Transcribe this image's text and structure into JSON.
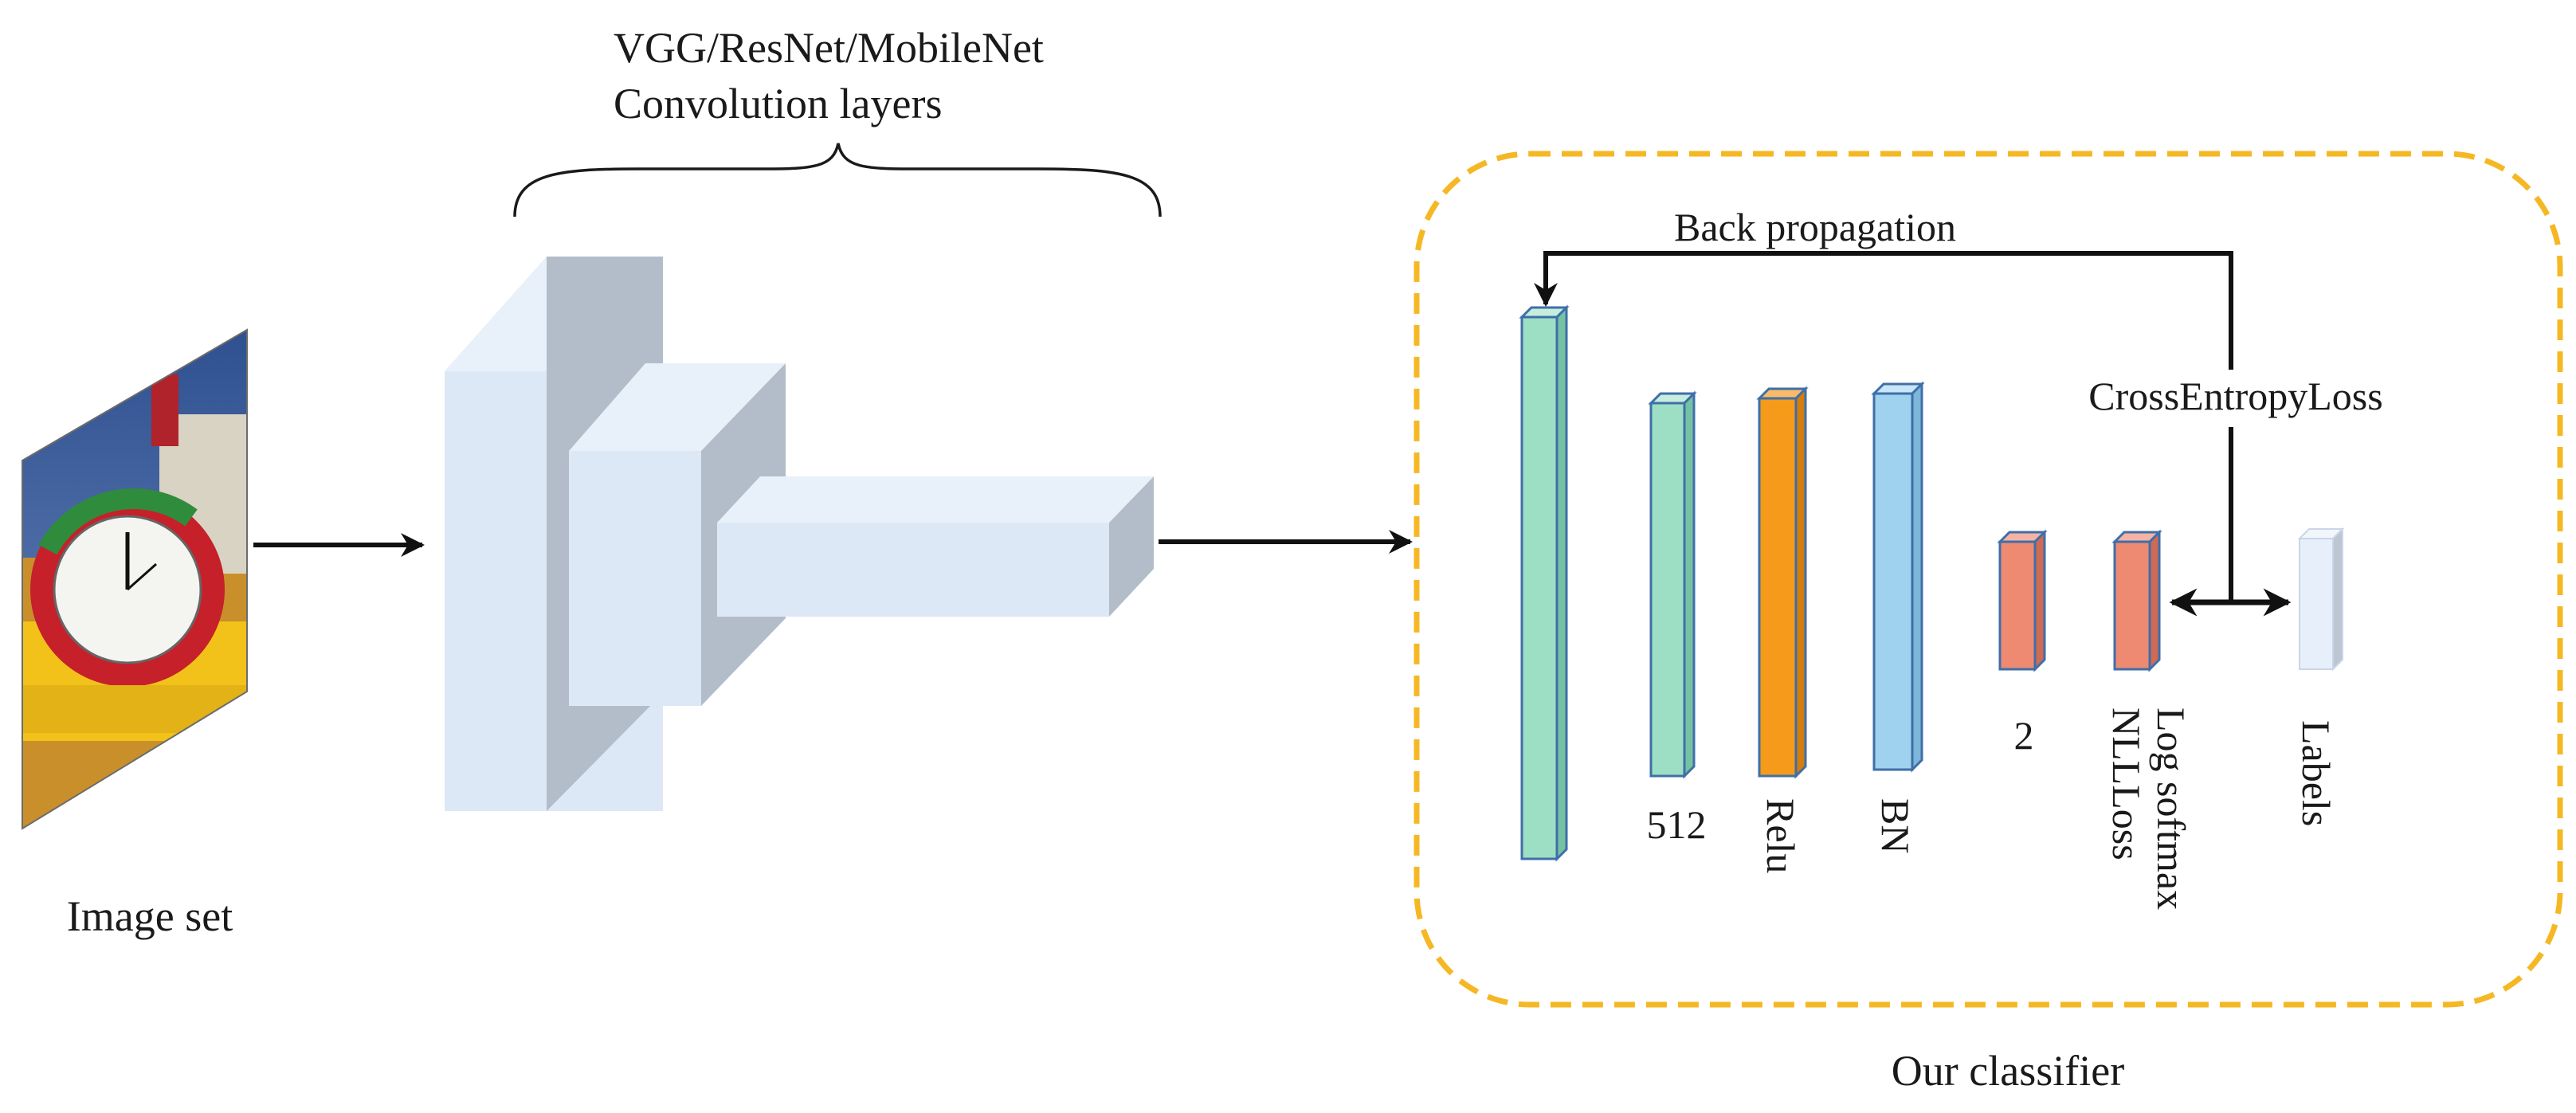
{
  "backbone": {
    "line1": "VGG/ResNet/MobileNet",
    "line2": "Convolution layers"
  },
  "input": {
    "label": "Image set"
  },
  "classifier": {
    "title": "Our classifier",
    "feedback_label": "Back propagation",
    "loss_label": "CrossEntropyLoss",
    "layers": [
      {
        "label": "",
        "color": "#9ddfc4"
      },
      {
        "label": "512",
        "color": "#9ddfc4"
      },
      {
        "label": "Relu",
        "color": "#f59a1a"
      },
      {
        "label": "BN",
        "color": "#9fd2ef"
      },
      {
        "label": "2",
        "color": "#ef8a72"
      },
      {
        "label": "Log softmax\nNLLLoss",
        "label_line1": "Log softmax",
        "label_line2": "NLLLoss",
        "color": "#ef8a72"
      },
      {
        "label": "Labels",
        "color": "#e6effa"
      }
    ]
  },
  "colors": {
    "block_front": "#dde8f6",
    "block_top": "#e8f0fa",
    "block_side": "#b3bdca",
    "dashed_border": "#f5b824",
    "layer_edge": "#3f6fa8",
    "arrow": "#111111"
  }
}
